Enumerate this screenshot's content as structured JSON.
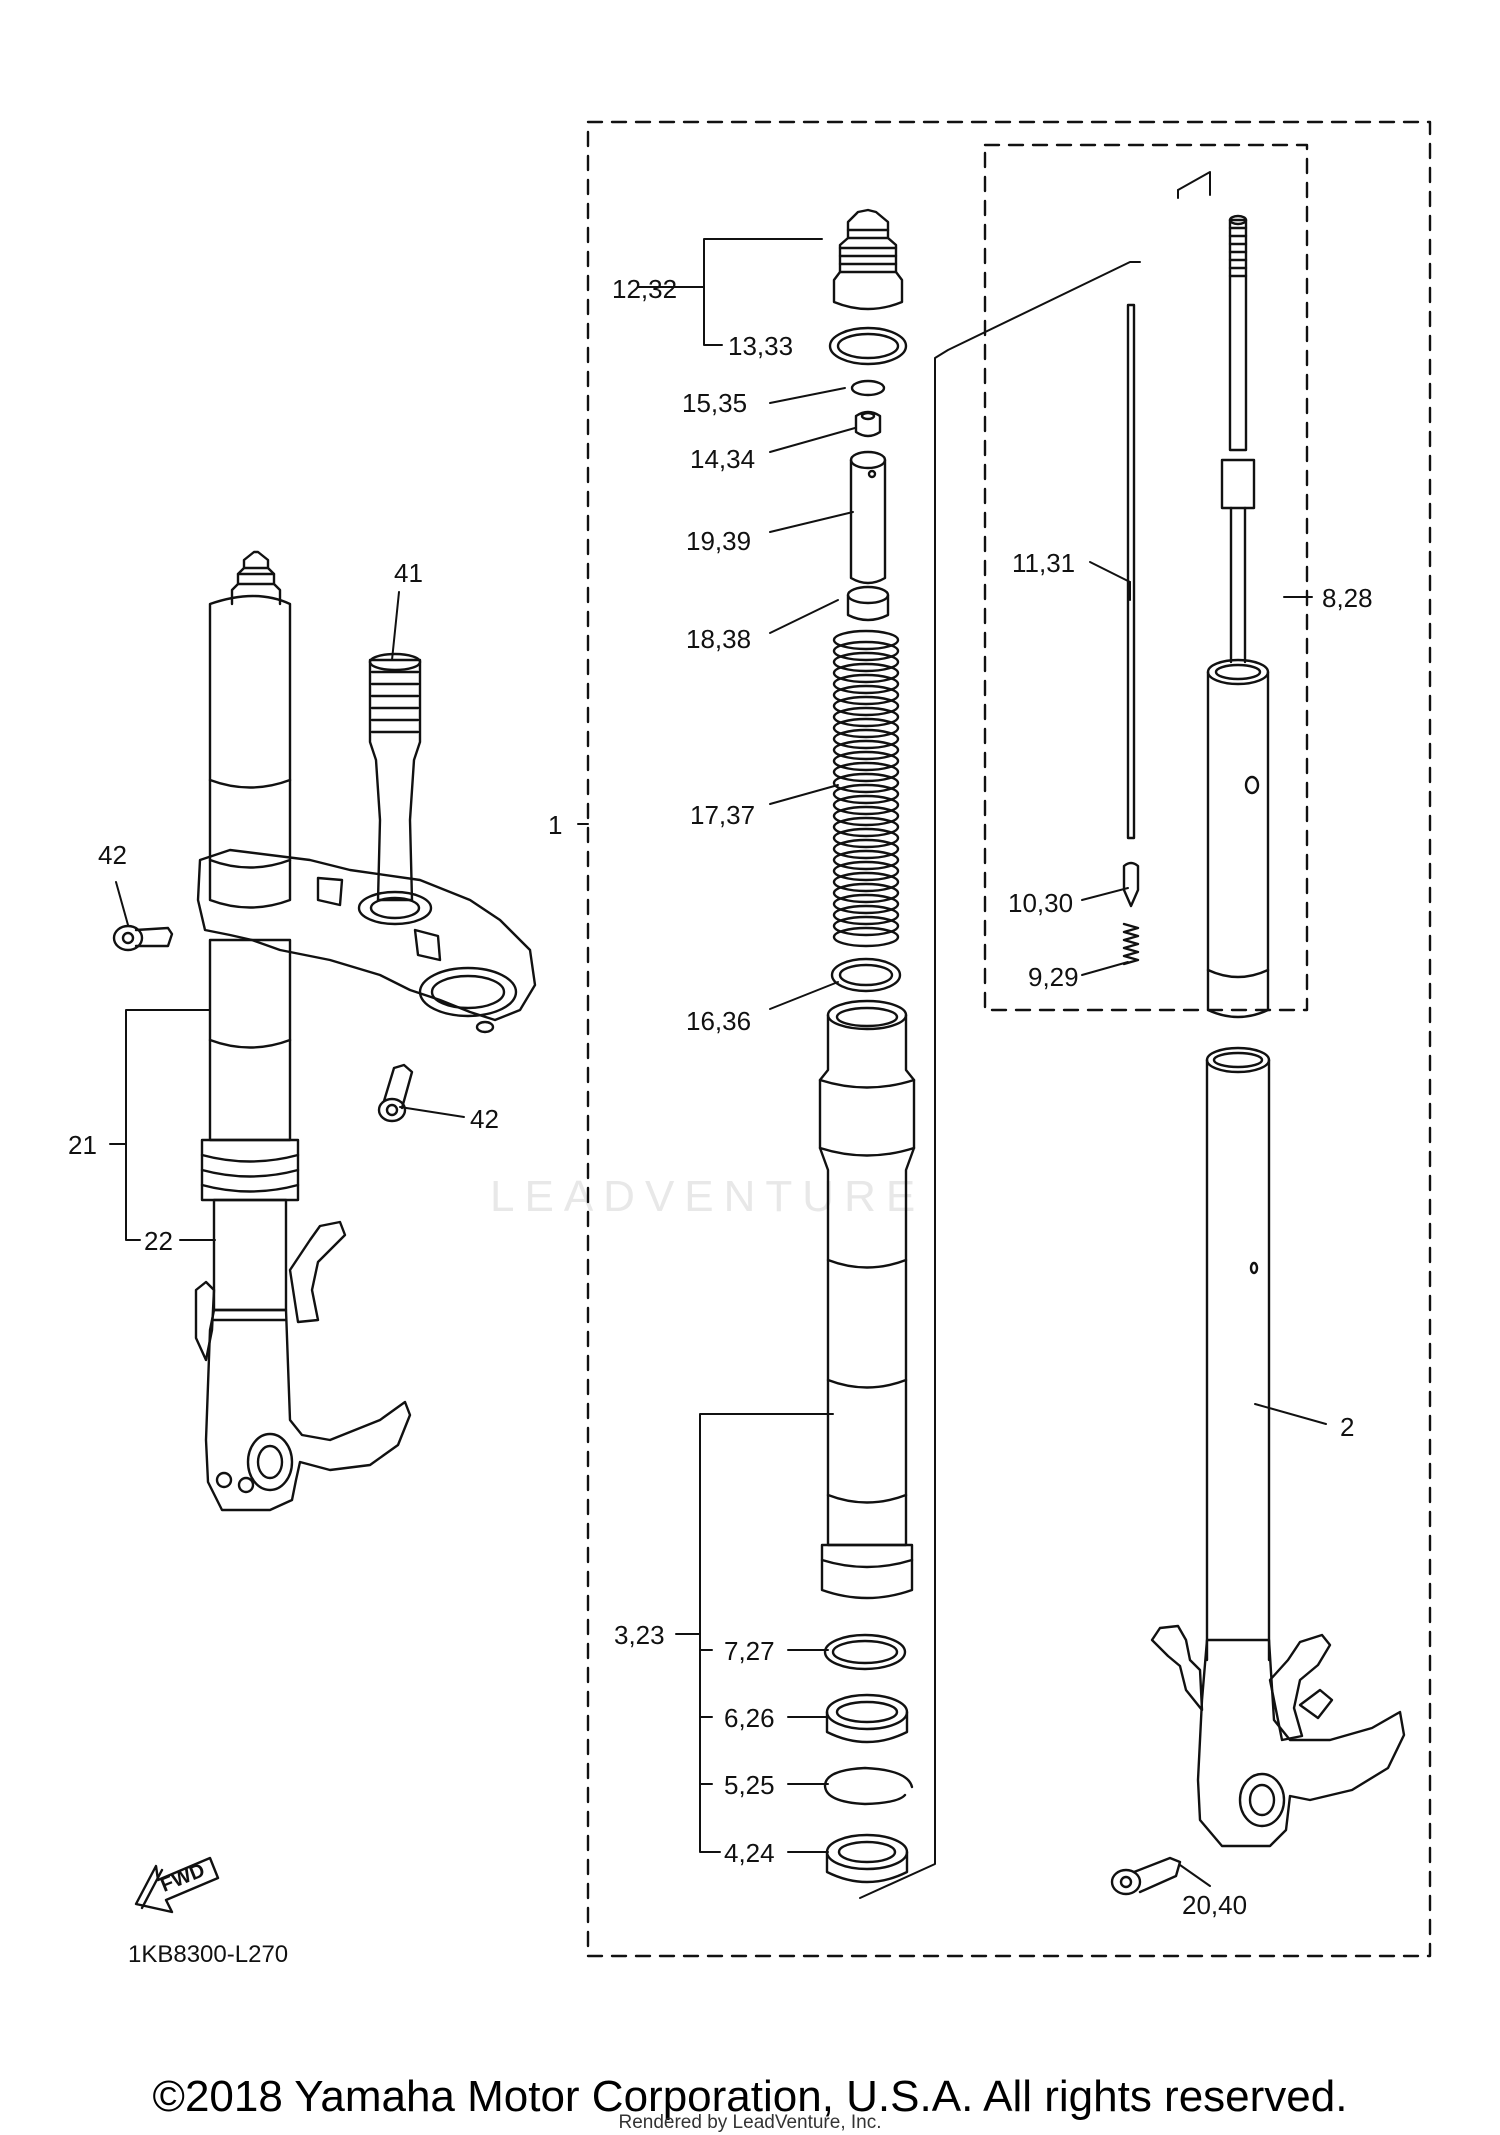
{
  "diagram_code": "1KB8300-L270",
  "watermark": "LEADVENTURE",
  "copyright": "©2018 Yamaha Motor Corporation, U.S.A. All rights reserved.",
  "rendered_by": "Rendered by LeadVenture, Inc.",
  "fwd_label": "FWD",
  "callouts": {
    "c1": "1",
    "c2": "2",
    "c3_23": "3,23",
    "c4_24": "4,24",
    "c5_25": "5,25",
    "c6_26": "6,26",
    "c7_27": "7,27",
    "c8_28": "8,28",
    "c9_29": "9,29",
    "c10_30": "10,30",
    "c11_31": "11,31",
    "c12_32": "12,32",
    "c13_33": "13,33",
    "c14_34": "14,34",
    "c15_35": "15,35",
    "c16_36": "16,36",
    "c17_37": "17,37",
    "c18_38": "18,38",
    "c19_39": "19,39",
    "c20_40": "20,40",
    "c21": "21",
    "c22": "22",
    "c41": "41",
    "c42a": "42",
    "c42b": "42"
  }
}
